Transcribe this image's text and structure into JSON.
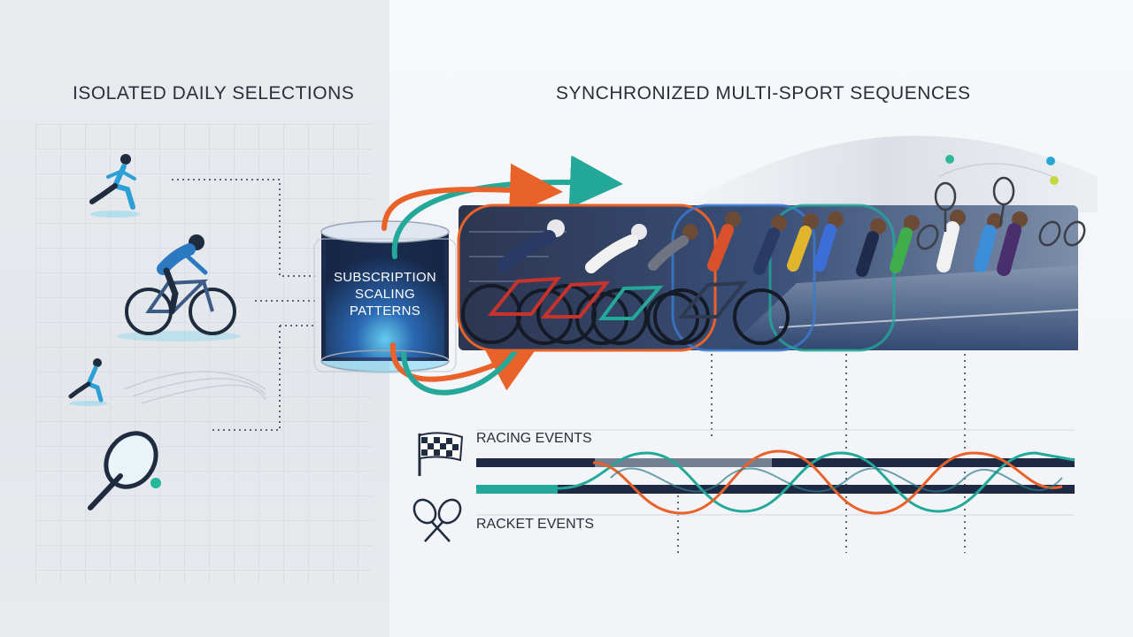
{
  "left_section": {
    "title": "ISOLATED DAILY SELECTIONS",
    "items": [
      {
        "icon": "runner-icon"
      },
      {
        "icon": "cyclist-icon"
      },
      {
        "icon": "runner-icon"
      },
      {
        "icon": "tennis-racket-icon"
      }
    ]
  },
  "hub": {
    "label_lines": [
      "SUBSCRIPTION",
      "SCALING",
      "PATTERNS"
    ]
  },
  "right_section": {
    "title": "SYNCHRONIZED MULTI-SPORT SEQUENCES",
    "legend": [
      {
        "label": "RACING EVENTS",
        "icon": "checkered-flag-icon"
      },
      {
        "label": "RACKET EVENTS",
        "icon": "crossed-rackets-icon"
      }
    ]
  },
  "colors": {
    "accent_orange": "#e8622a",
    "accent_teal": "#23a89a",
    "track_navy": "#1e2a44",
    "cyan_glow": "#29c4f0"
  }
}
